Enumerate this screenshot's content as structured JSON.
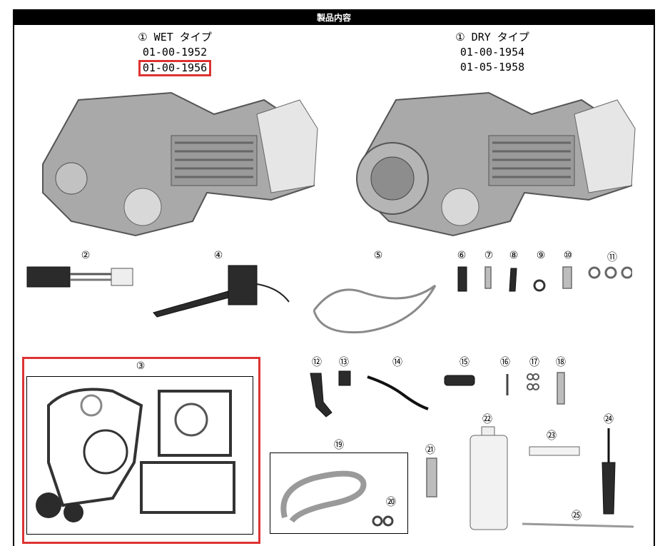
{
  "header": {
    "title": "製品内容"
  },
  "wet": {
    "type_label": "① WET タイプ",
    "part1": "01-00-1952",
    "part2": "01-00-1956"
  },
  "dry": {
    "type_label": "① DRY タイプ",
    "part1": "01-00-1954",
    "part2": "01-05-1958"
  },
  "labels": {
    "l2": "②",
    "l3": "③",
    "l4": "④",
    "l5": "⑤",
    "l6": "⑥",
    "l7": "⑦",
    "l8": "⑧",
    "l9": "⑨",
    "l10": "⑩",
    "l11": "⑪",
    "l12": "⑫",
    "l13": "⑬",
    "l14": "⑭",
    "l15": "⑮",
    "l16": "⑯",
    "l17": "⑰",
    "l18": "⑱",
    "l19": "⑲",
    "l20": "⑳",
    "l21": "㉑",
    "l22": "㉒",
    "l23": "㉓",
    "l24": "㉔",
    "l25": "㉕"
  },
  "colors": {
    "highlight": "#dd3333",
    "header_bg": "#000000"
  }
}
